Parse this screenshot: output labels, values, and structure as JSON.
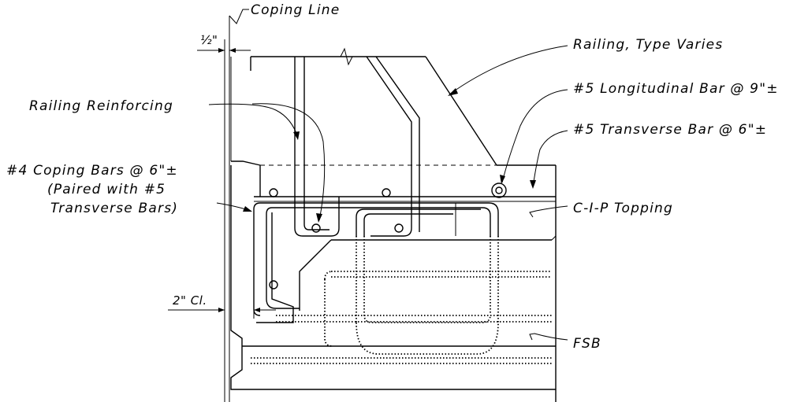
{
  "labels": {
    "coping_line": "Coping Line",
    "half_inch": "½\"",
    "railing_type": "Railing, Type Varies",
    "longitudinal_bar": "#5 Longitudinal Bar @ 9\"±",
    "railing_reinforcing": "Railing Reinforcing",
    "transverse_bar": "#5 Transverse Bar @ 6\"±",
    "coping_bars_line1": "#4 Coping Bars @ 6\"±",
    "coping_bars_line2": "(Paired with #5",
    "coping_bars_line3": "Transverse Bars)",
    "cip_topping": "C-I-P Topping",
    "clearance": "2\" Cl.",
    "fsb": "FSB"
  }
}
